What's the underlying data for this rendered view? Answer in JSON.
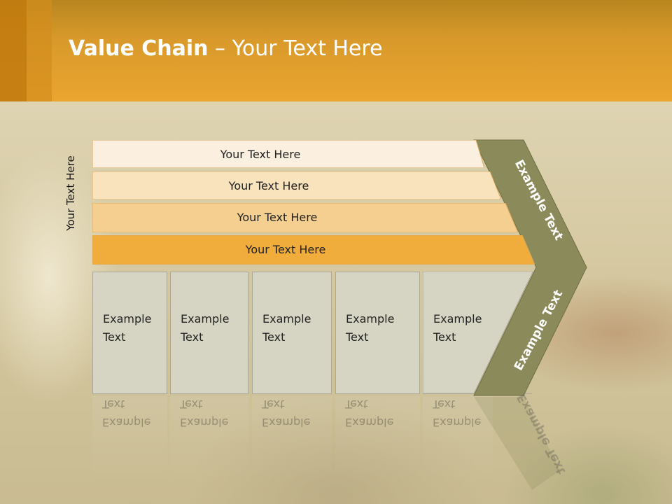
{
  "title": {
    "bold": "Value Chain",
    "rest": " – Your Text Here"
  },
  "side_label": "Your Text Here",
  "stripes": [
    "Your Text Here",
    "Your Text Here",
    "Your Text Here",
    "Your Text Here"
  ],
  "boxes": [
    {
      "line1": "Example",
      "line2": "Text"
    },
    {
      "line1": "Example",
      "line2": "Text"
    },
    {
      "line1": "Example",
      "line2": "Text"
    },
    {
      "line1": "Example",
      "line2": "Text"
    },
    {
      "line1": "Example",
      "line2": "Text"
    }
  ],
  "chevron": {
    "top": "Example Text",
    "bottom": "Example Text"
  },
  "colors": {
    "header": "#eaa52f",
    "stripe_1": "#fbefdf",
    "stripe_2": "#f8e3bd",
    "stripe_3": "#f5cf8f",
    "stripe_4": "#f0ad3c",
    "box": "#d6d5c3",
    "chevron": "#8b8a5a"
  }
}
